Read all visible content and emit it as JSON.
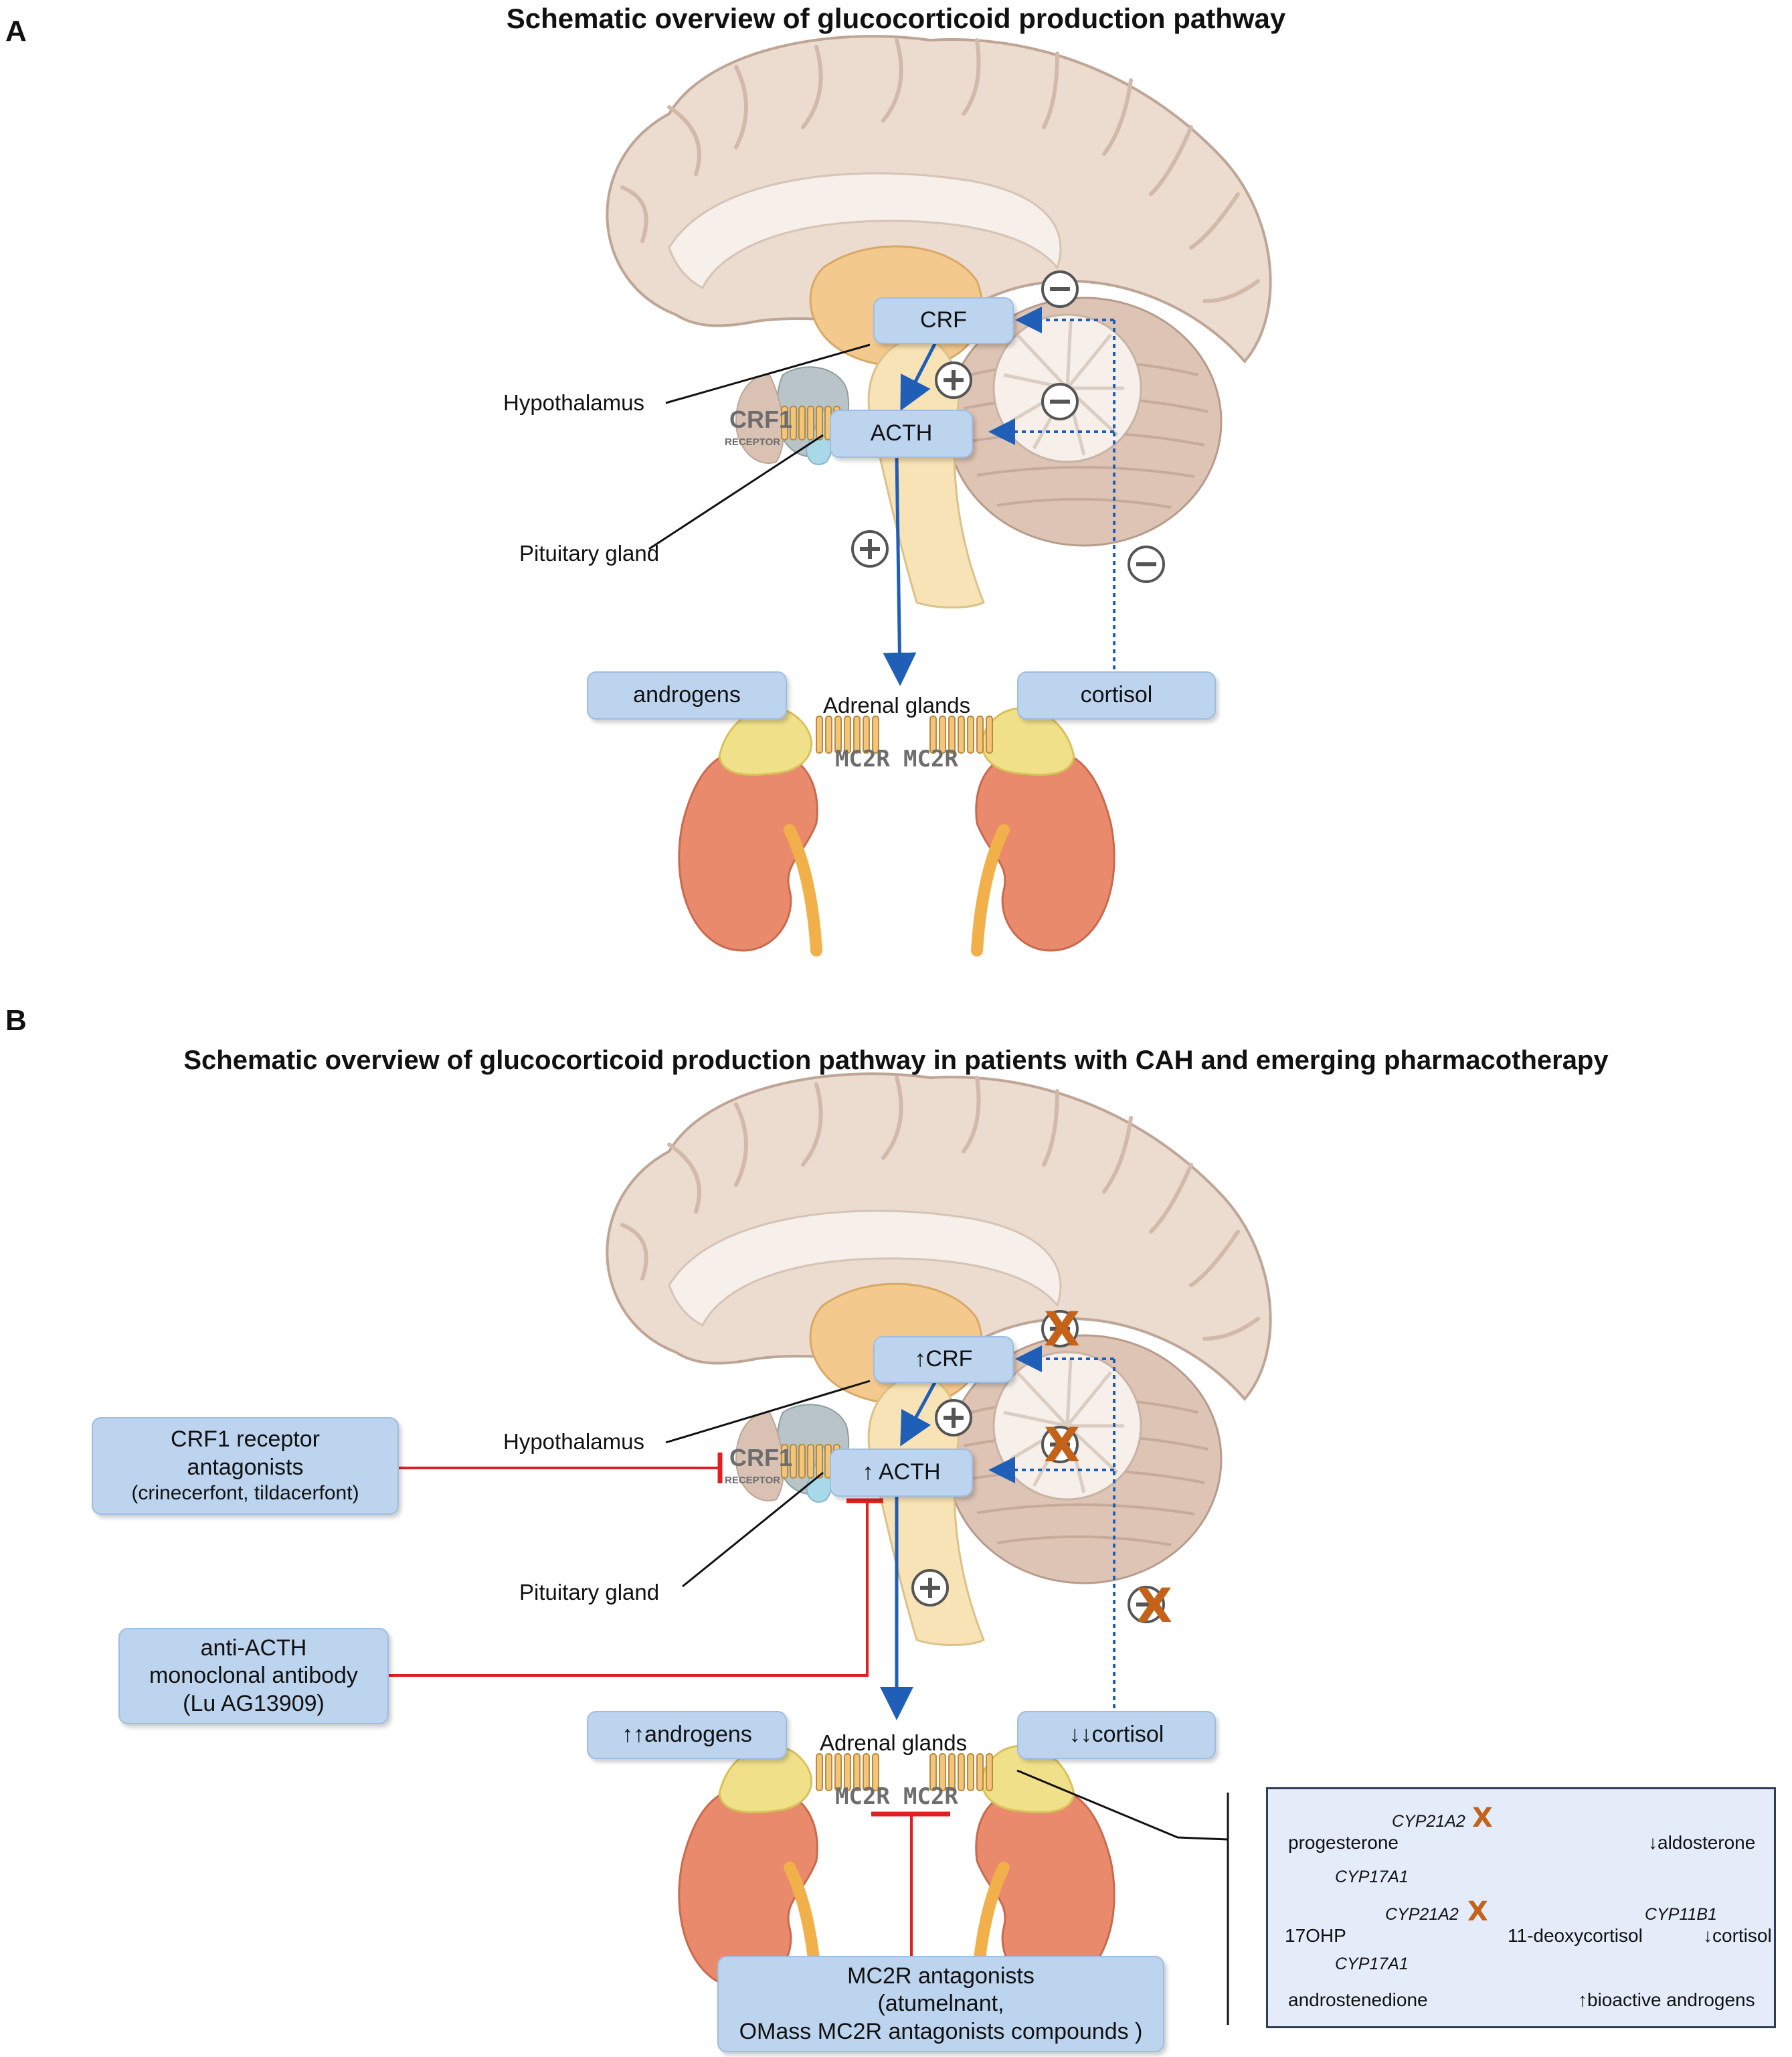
{
  "panel_a": {
    "letter": "A",
    "title": "Schematic overview of glucocorticoid production pathway",
    "crf": "CRF",
    "acth": "ACTH",
    "hypothalamus": "Hypothalamus",
    "pituitary": "Pituitary gland",
    "adrenal": "Adrenal glands",
    "androgens": "androgens",
    "cortisol": "cortisol",
    "mc2r_left": "MC2R",
    "mc2r_right": "MC2R",
    "crf_receptor_main": "CRF1",
    "crf_receptor_sub": "RECEPTOR"
  },
  "panel_b": {
    "letter": "B",
    "title": "Schematic overview of glucocorticoid production pathway in patients with CAH and emerging pharmacotherapy",
    "crf": "↑CRF",
    "acth": "↑ ACTH",
    "hypothalamus": "Hypothalamus",
    "pituitary": "Pituitary gland",
    "adrenal": "Adrenal glands",
    "androgens": "↑↑androgens",
    "cortisol": "↓↓cortisol",
    "mc2r_left": "MC2R",
    "mc2r_right": "MC2R",
    "crf_receptor_main": "CRF1",
    "crf_receptor_sub": "RECEPTOR",
    "crf1_antagonist": [
      "CRF1 receptor",
      "antagonists",
      "(crinecerfont, tildacerfont)"
    ],
    "anti_acth": [
      "anti-ACTH",
      "monoclonal antibody",
      "(Lu AG13909)"
    ],
    "mc2r_antagonists": [
      "MC2R antagonists",
      "(atumelnant,",
      "OMass MC2R antagonists compounds )"
    ]
  },
  "steroid_pathway": {
    "progesterone": "progesterone",
    "ohp": "17OHP",
    "androstenedione": "androstenedione",
    "aldosterone": "↓aldosterone",
    "deoxycortisol": "11-deoxycortisol",
    "cortisol": "↓cortisol",
    "androgens": "↑bioactive androgens",
    "cyp21a2_1": "CYP21A2",
    "cyp21a2_2": "CYP21A2",
    "cyp17a1_1": "CYP17A1",
    "cyp17a1_2": "CYP17A1",
    "cyp11b1": "CYP11B1",
    "block_mark": "X"
  },
  "signs": {
    "plus": "+",
    "minus": "−",
    "block": "X"
  },
  "colors": {
    "box_fill": "#bdd4ef",
    "stimulation_arrow": "#1f5fb8",
    "inhibition_line": "#e02020",
    "block_x": "#c4621a",
    "brain": "#ecdcd0",
    "kidney": "#e98a6c",
    "adrenal": "#f1e08a"
  },
  "icons": [
    "brain-illustration",
    "pituitary-illustration",
    "kidney-illustration",
    "receptor-icon",
    "plus-sign-icon",
    "minus-sign-icon",
    "block-x-icon"
  ]
}
